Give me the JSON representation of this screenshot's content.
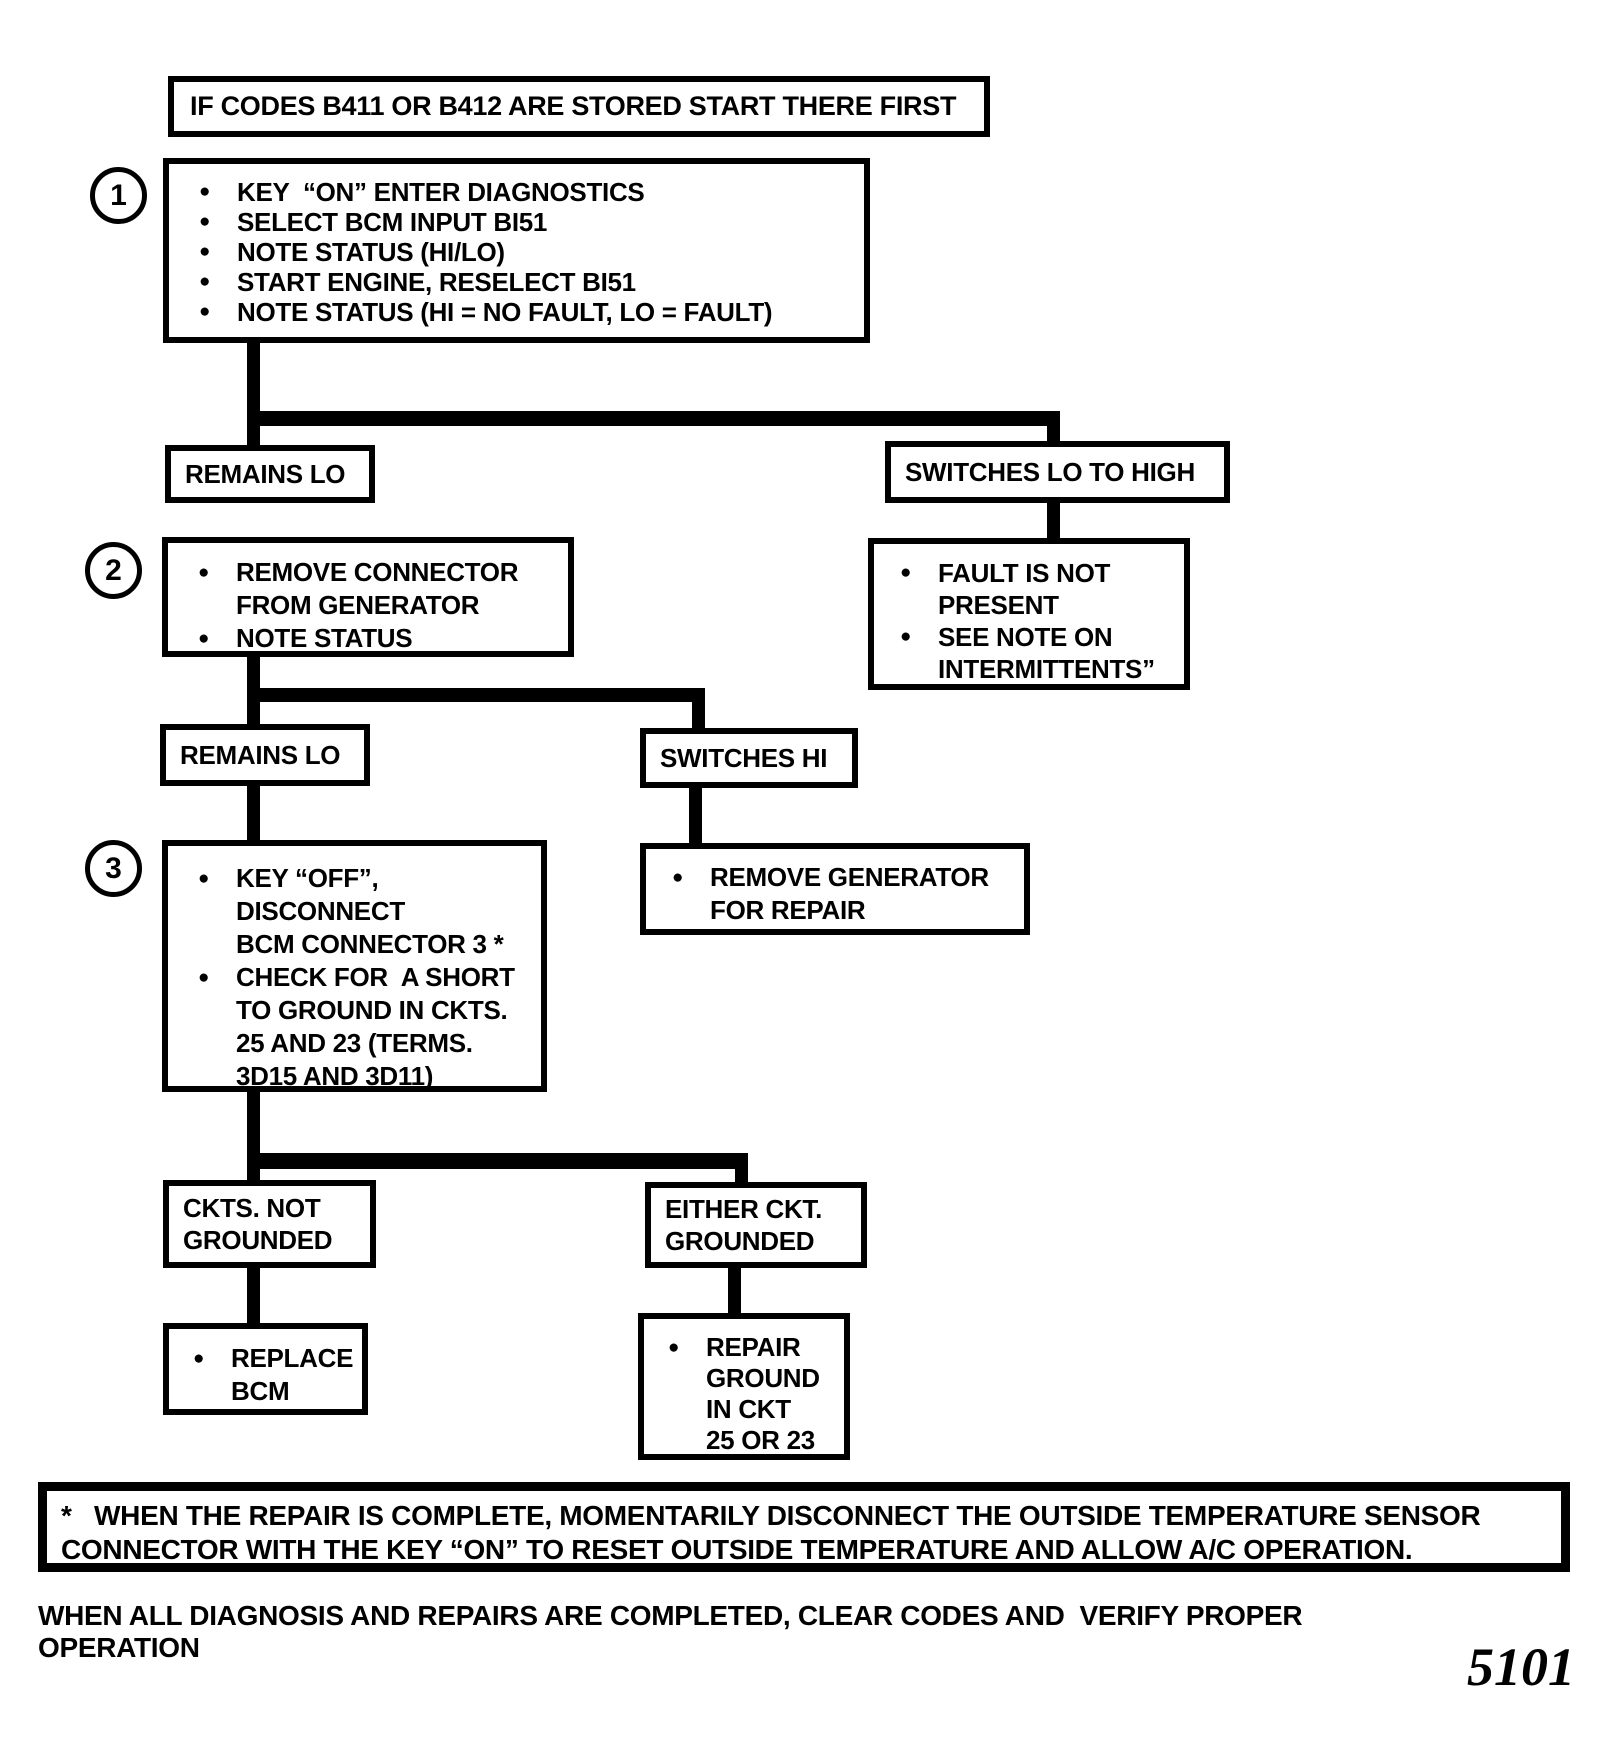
{
  "page": {
    "background": "#ffffff",
    "ink": "#000000",
    "footer_text": "WHEN ALL DIAGNOSIS AND REPAIRS ARE COMPLETED, CLEAR CODES AND  VERIFY PROPER OPERATION",
    "page_number": "5101"
  },
  "glyphs": {
    "bullet": "●"
  },
  "title_box": {
    "text": "IF CODES B411 OR B412 ARE STORED START THERE FIRST"
  },
  "circles": [
    {
      "label": "1"
    },
    {
      "label": "2"
    },
    {
      "label": "3"
    }
  ],
  "flow": {
    "step1": {
      "bullets": [
        "KEY  “ON” ENTER DIAGNOSTICS",
        "SELECT BCM INPUT BI51",
        "NOTE STATUS (HI/LO)",
        "START ENGINE, RESELECT BI51",
        "NOTE STATUS (HI = NO FAULT, LO = FAULT)"
      ]
    },
    "remains_lo_1": {
      "label": "REMAINS LO"
    },
    "switches_lo_to_high": {
      "label": "SWITCHES LO TO HIGH"
    },
    "step2": {
      "bullets": [
        "REMOVE CONNECTOR\nFROM GENERATOR",
        "NOTE STATUS"
      ]
    },
    "fault_not_present": {
      "bullets": [
        "FAULT IS NOT\nPRESENT",
        "SEE NOTE ON\nINTERMITTENTS”"
      ]
    },
    "remains_lo_2": {
      "label": "REMAINS LO"
    },
    "switches_hi": {
      "label": "SWITCHES HI"
    },
    "step3": {
      "bullets": [
        "KEY “OFF”,\nDISCONNECT\nBCM CONNECTOR 3 *",
        "CHECK FOR  A SHORT\nTO GROUND IN CKTS.\n25 AND 23 (TERMS.\n3D15 AND 3D11)"
      ]
    },
    "remove_generator": {
      "bullets": [
        "REMOVE GENERATOR\nFOR REPAIR"
      ]
    },
    "ckts_not_grounded": {
      "label": "CKTS. NOT\nGROUNDED"
    },
    "either_ckt_grounded": {
      "label": "EITHER CKT.\nGROUNDED"
    },
    "replace_bcm": {
      "bullets": [
        "REPLACE\nBCM"
      ]
    },
    "repair_ground": {
      "bullets": [
        "REPAIR\nGROUND\nIN CKT\n25 OR 23"
      ]
    }
  },
  "note_box": {
    "line1": "*   WHEN THE REPAIR IS COMPLETE, MOMENTARILY DISCONNECT THE OUTSIDE TEMPERATURE SENSOR",
    "line2": "CONNECTOR WITH THE KEY “ON” TO RESET OUTSIDE TEMPERATURE AND ALLOW A/C OPERATION."
  }
}
